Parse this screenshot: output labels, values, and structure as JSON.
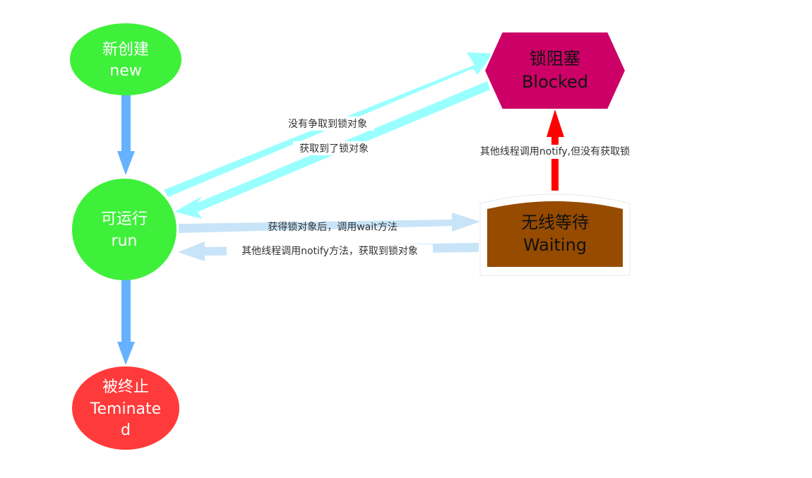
{
  "nodes": {
    "new": {
      "label_cn": "新创建",
      "label_en": "new",
      "color": "#3ef03a"
    },
    "run": {
      "label_cn": "可运行",
      "label_en": "run",
      "color": "#3ef03a"
    },
    "terminated": {
      "label_cn": "被终止",
      "label_en_1": "Teminate",
      "label_en_2": "d",
      "color": "#ff3a3a"
    },
    "blocked": {
      "label_cn": "锁阻塞",
      "label_en": "Blocked",
      "color": "#cc0066"
    },
    "waiting": {
      "label_cn": "无线等待",
      "label_en": "Waiting",
      "color": "#964b00"
    }
  },
  "edges": {
    "run_to_blocked": "没有争取到锁对象",
    "blocked_to_run": "获取到了锁对象",
    "run_to_waiting": "获得锁对象后，调用wait方法",
    "waiting_to_run": "其他线程调用notify方法，获取到锁对象",
    "waiting_to_blocked": "其他线程调用notify,但没有获取锁"
  },
  "colors": {
    "vertical_arrow": "#66b2ff",
    "cyan_arrow": "#99ffff",
    "pale_arrow": "#c8e4f8",
    "red_arrow": "#ff0000"
  }
}
